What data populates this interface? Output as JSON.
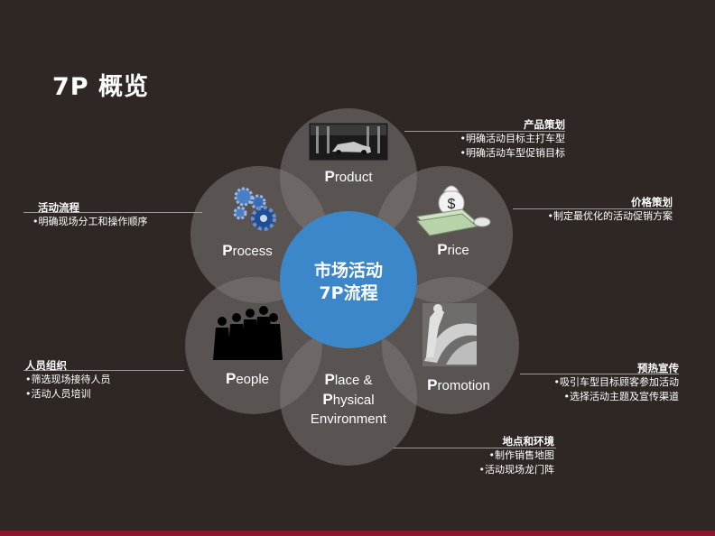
{
  "title": "7P 概览",
  "center": {
    "line1": "市场活动",
    "line2": "7P流程"
  },
  "petals": {
    "product": {
      "cap": "P",
      "rest": "roduct"
    },
    "price": {
      "cap": "P",
      "rest": "rice"
    },
    "promotion": {
      "cap": "P",
      "rest": "romotion"
    },
    "place": {
      "line1_cap": "P",
      "line1_rest": "lace &",
      "line2_cap": "P",
      "line2_rest": "hysical",
      "line3": "Environment"
    },
    "people": {
      "cap": "P",
      "rest": "eople"
    },
    "process": {
      "cap": "P",
      "rest": "rocess"
    }
  },
  "annotations": {
    "product": {
      "heading": "产品策划",
      "items": [
        "•明确活动目标主打车型",
        "•明确活动车型促销目标"
      ]
    },
    "price": {
      "heading": "价格策划",
      "items": [
        "•制定最优化的活动促销方案"
      ]
    },
    "promotion": {
      "heading": "预热宣传",
      "items": [
        "•吸引车型目标顾客参加活动",
        "•选择活动主题及宣传渠道"
      ]
    },
    "place": {
      "heading": "地点和环境",
      "items": [
        "•制作销售地图",
        "•活动现场龙门阵"
      ]
    },
    "people": {
      "heading": "人员组织",
      "items": [
        "•筛选现场接待人员",
        "•活动人员培训"
      ]
    },
    "process": {
      "heading": "活动流程",
      "items": [
        "•明确现场分工和操作顺序"
      ]
    }
  },
  "colors": {
    "background": "#2e2724",
    "petal": "#7d7877",
    "center": "#3b87c9",
    "accent_bar": "#8c1630"
  },
  "icons": {
    "product": "car-showroom-photo-icon",
    "price": "money-bag-icon",
    "promotion": "statue-promotion-icon",
    "people": "people-silhouettes-icon",
    "process": "gears-icon"
  }
}
